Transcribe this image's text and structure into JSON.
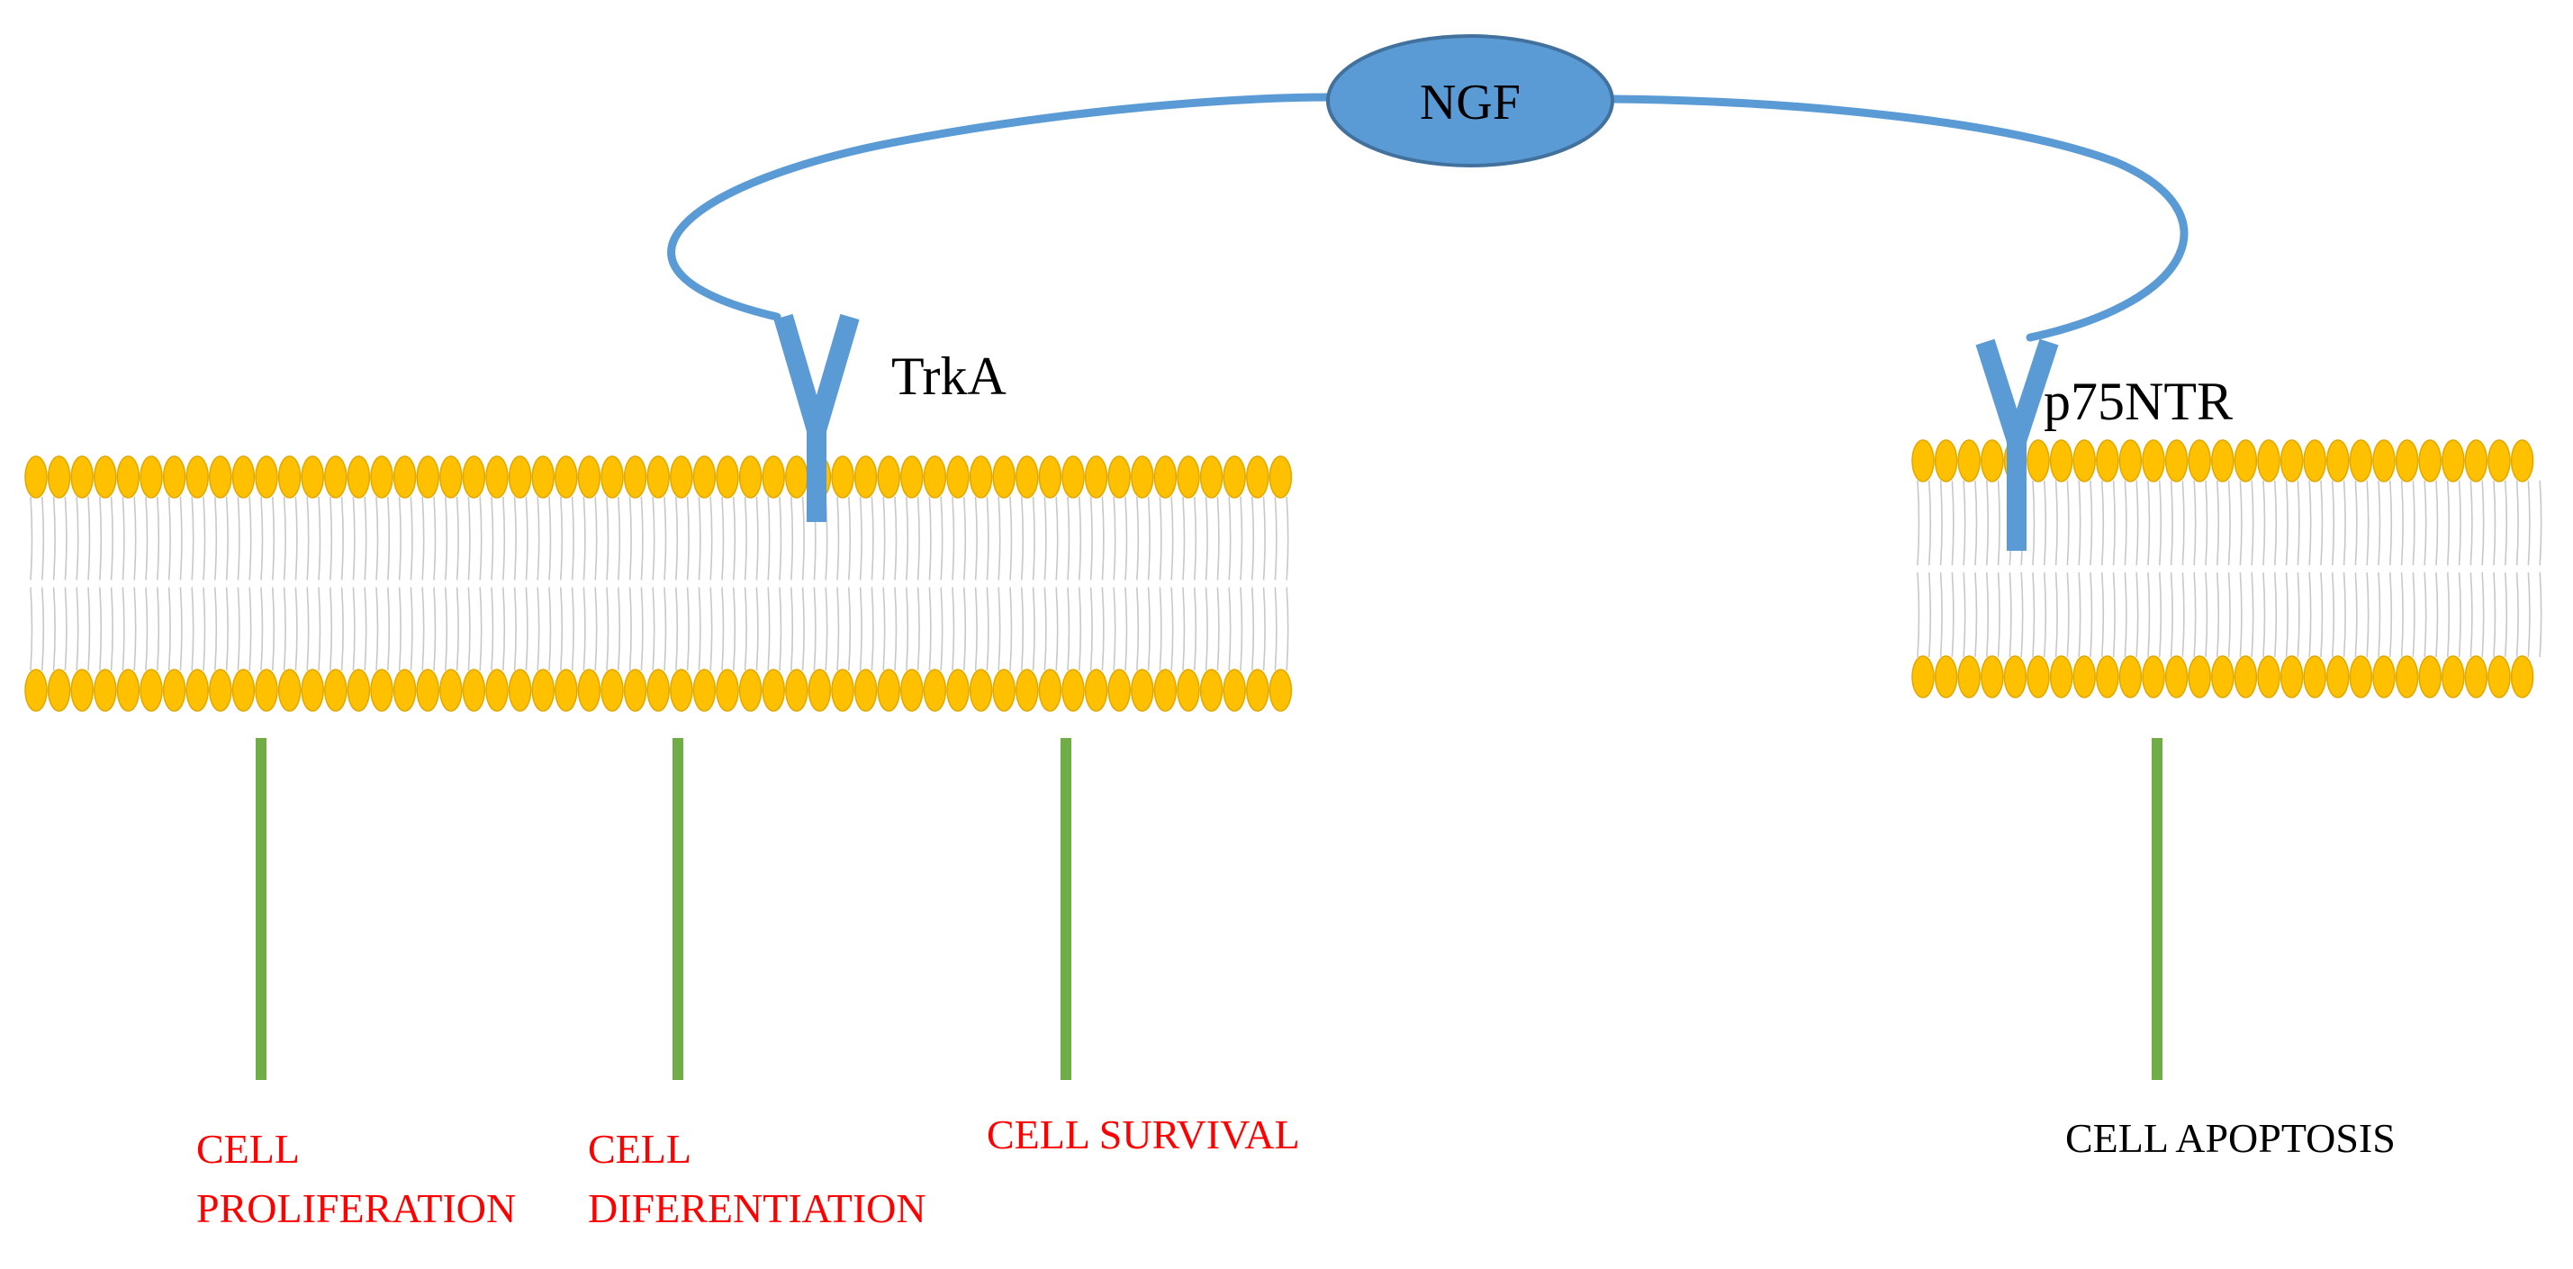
{
  "ligand": {
    "label": "NGF",
    "fill": "#5b9bd5",
    "stroke": "#41719c"
  },
  "receptors": [
    {
      "label": "TrkA"
    },
    {
      "label": "p75NTR"
    }
  ],
  "outcomes": [
    {
      "lines": [
        "CELL",
        "PROLIFERATION"
      ],
      "color": "#ff0000"
    },
    {
      "lines": [
        "CELL",
        "DIFERENTIATION"
      ],
      "color": "#ff0000"
    },
    {
      "lines": [
        "CELL SURVIVAL"
      ],
      "color": "#ff0000"
    },
    {
      "lines": [
        "CELL APOPTOSIS"
      ],
      "color": "#000000"
    }
  ],
  "colors": {
    "pathway": "#5b9bd5",
    "membrane_head": "#ffc000",
    "membrane_head_edge": "#e0a800",
    "membrane_tail": "#c8c8c8",
    "signal_line": "#70ad47"
  }
}
